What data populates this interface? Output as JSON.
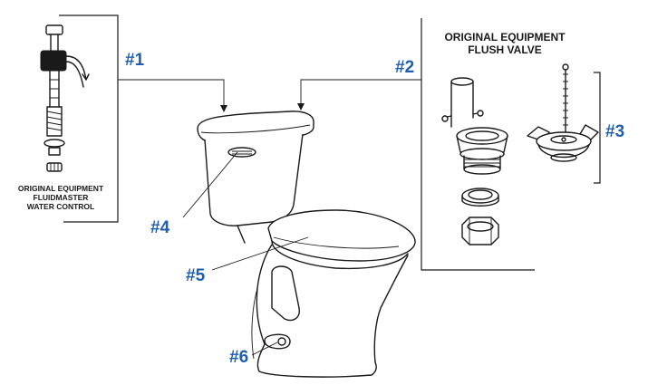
{
  "colors": {
    "callout": "#1f5fae",
    "ink": "#1a1a1a",
    "background": "#ffffff"
  },
  "water_control_box": {
    "line1": "ORIGINAL EQUIPMENT",
    "line2": "FLUIDMASTER",
    "line3": "WATER CONTROL"
  },
  "flush_valve_box": {
    "line1": "ORIGINAL EQUIPMENT",
    "line2": "FLUSH VALVE"
  },
  "callouts": {
    "c1": "#1",
    "c2": "#2",
    "c3": "#3",
    "c4": "#4",
    "c5": "#5",
    "c6": "#6"
  }
}
